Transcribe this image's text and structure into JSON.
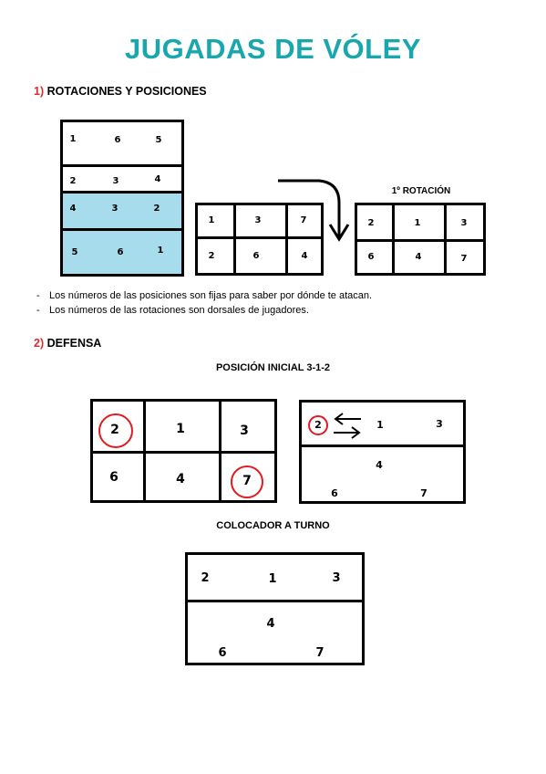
{
  "title": "JUGADAS DE VÓLEY",
  "section1": {
    "number": "1)",
    "heading": "ROTACIONES Y POSICIONES"
  },
  "section2": {
    "number": "2)",
    "heading": "DEFENSA"
  },
  "rotation_label": "1º ROTACIÓN",
  "court_left": {
    "row1": [
      "1",
      "6",
      "5"
    ],
    "row2": [
      "2",
      "3",
      "4"
    ],
    "row3": [
      "4",
      "3",
      "2"
    ],
    "row4": [
      "5",
      "6",
      "1"
    ]
  },
  "court_mid": {
    "top": [
      "1",
      "3",
      "7"
    ],
    "bottom": [
      "2",
      "6",
      "4"
    ]
  },
  "court_rot": {
    "top": [
      "2",
      "1",
      "3"
    ],
    "bottom": [
      "6",
      "4",
      "7"
    ]
  },
  "notes": [
    "Los números de las posiciones son fijas para saber por dónde te atacan.",
    "Los números de las rotaciones son dorsales de jugadores."
  ],
  "caption_initial": "POSICIÓN INICIAL 3-1-2",
  "court_init": {
    "top": [
      "2",
      "1",
      "3"
    ],
    "bottom": [
      "6",
      "4",
      "7"
    ]
  },
  "court_move": {
    "top": [
      "2",
      "1",
      "3"
    ],
    "middle": "4",
    "bottom": [
      "6",
      "7"
    ]
  },
  "caption_setter": "COLOCADOR A TURNO",
  "court_setter": {
    "top": [
      "2",
      "1",
      "3"
    ],
    "middle": "4",
    "bottom": [
      "6",
      "7"
    ]
  },
  "colors": {
    "title": "#1aa6ad",
    "section_number": "#d92c35",
    "highlight": "#a6dcec",
    "ring": "#e01b24"
  }
}
